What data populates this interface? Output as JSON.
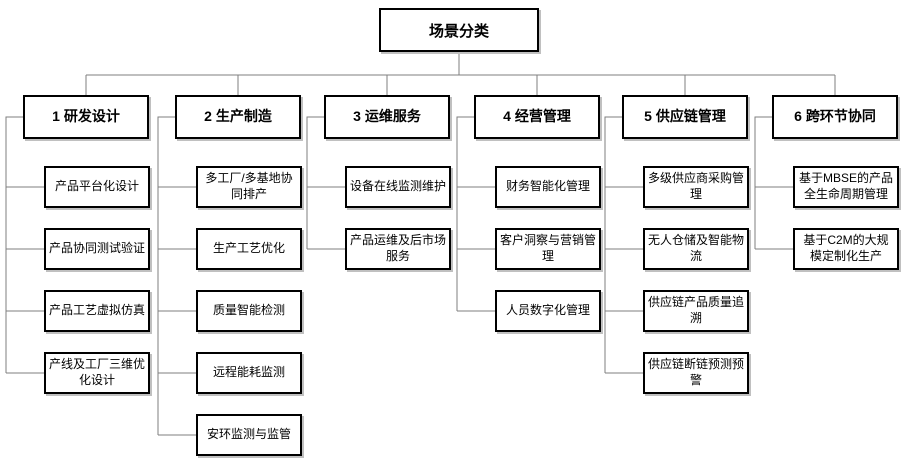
{
  "root": {
    "label": "场景分类"
  },
  "columns": [
    {
      "title": "1 研发设计",
      "children": [
        "产品平台化设计",
        "产品协同测试验证",
        "产品工艺虚拟仿真",
        "产线及工厂三维优化设计"
      ]
    },
    {
      "title": "2 生产制造",
      "children": [
        "多工厂/多基地协同排产",
        "生产工艺优化",
        "质量智能检测",
        "远程能耗监测",
        "安环监测与监管"
      ]
    },
    {
      "title": "3 运维服务",
      "children": [
        "设备在线监测维护",
        "产品运维及后市场服务"
      ]
    },
    {
      "title": "4 经营管理",
      "children": [
        "财务智能化管理",
        "客户洞察与营销管理",
        "人员数字化管理"
      ]
    },
    {
      "title": "5 供应链管理",
      "children": [
        "多级供应商采购管理",
        "无人仓储及智能物流",
        "供应链产品质量追溯",
        "供应链断链预测预警"
      ]
    },
    {
      "title": "6 跨环节协同",
      "children": [
        "基于MBSE的产品全生命周期管理",
        "基于C2M的大规模定制化生产"
      ]
    }
  ],
  "colors": {
    "background": "#ffffff",
    "box_fill": "#ffffff",
    "box_border": "#000000",
    "box_shadow": "#c0c0c0",
    "connector": "#7f7f7f",
    "text": "#000000"
  }
}
